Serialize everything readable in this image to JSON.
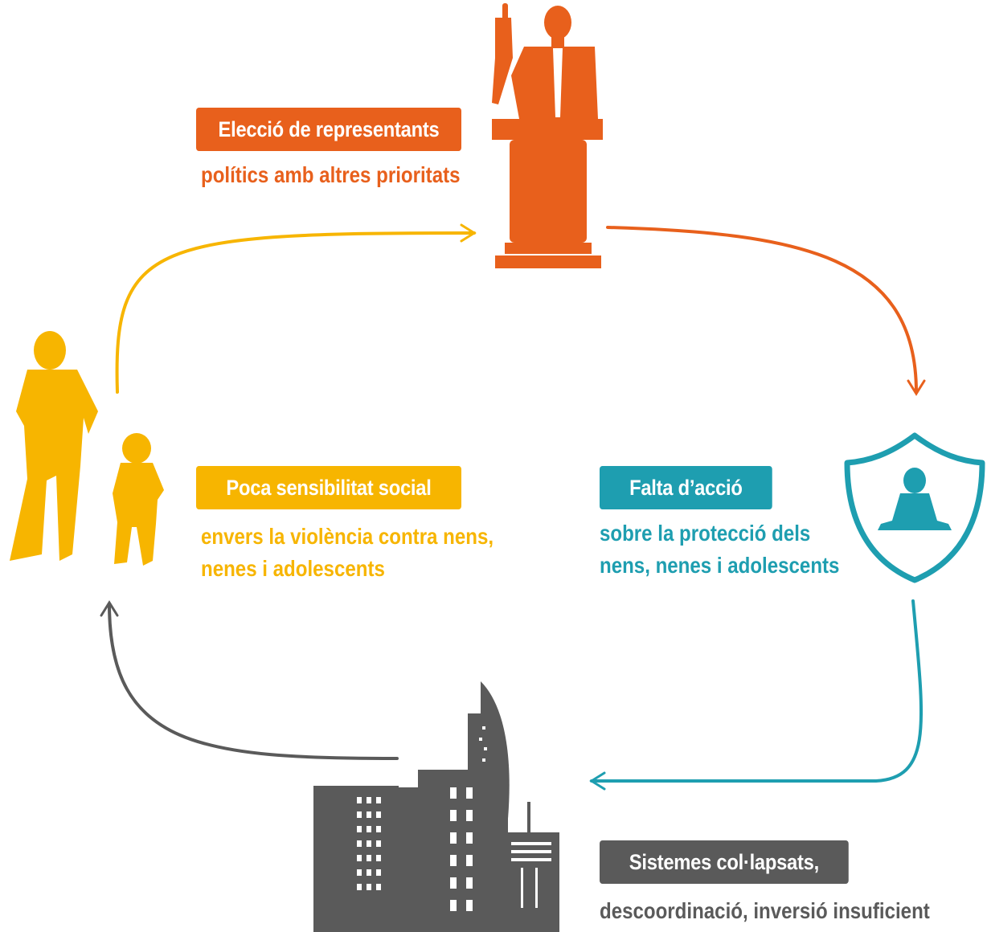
{
  "colors": {
    "orange": "#E8601C",
    "yellow": "#F7B500",
    "teal": "#1E9EB0",
    "gray": "#5A5A5A"
  },
  "nodes": {
    "election": {
      "icon": "politician-at-podium-icon",
      "title": "Elecció de representants",
      "subtitle": [
        "polítics amb altres prioritats"
      ]
    },
    "inaction": {
      "icon": "child-shield-icon",
      "title": "Falta d’acció",
      "subtitle": [
        "sobre la protecció dels",
        "nens, nenes i adolescents"
      ]
    },
    "systems": {
      "icon": "city-buildings-icon",
      "title": "Sistemes col·lapsats,",
      "subtitle": [
        "descoordinació, inversió insuficient"
      ]
    },
    "awareness": {
      "icon": "adult-and-child-icon",
      "title": "Poca sensibilitat social",
      "subtitle": [
        "envers la violència contra nens,",
        "nenes i adolescents"
      ]
    }
  },
  "arrows": [
    {
      "from": "awareness",
      "to": "election",
      "color": "yellow"
    },
    {
      "from": "election",
      "to": "inaction",
      "color": "orange"
    },
    {
      "from": "inaction",
      "to": "systems",
      "color": "teal"
    },
    {
      "from": "systems",
      "to": "awareness",
      "color": "gray"
    }
  ]
}
